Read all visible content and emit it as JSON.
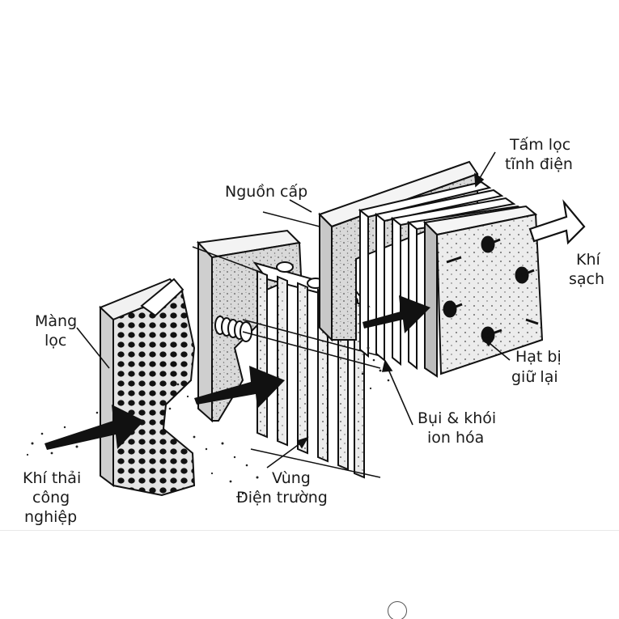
{
  "labels": {
    "tam_loc_line1": "Tấm lọc",
    "tam_loc_line2": "tĩnh điện",
    "nguon_cap": "Nguồn cấp",
    "khi_sach_line1": "Khí",
    "khi_sach_line2": "sạch",
    "mang_loc_line1": "Màng",
    "mang_loc_line2": "lọc",
    "hat_bi_line1": "Hạt bị",
    "hat_bi_line2": "giữ lại",
    "bui_khoi_line1": "Bụi & khói",
    "bui_khoi_line2": "ion hóa",
    "vung_line1": "Vùng",
    "vung_line2": "Điện trường",
    "khi_thai_line1": "Khí thải",
    "khi_thai_line2": "công",
    "khi_thai_line3": "nghiệp"
  },
  "colors": {
    "ink": "#111111",
    "panel_fill": "#e6e6e6",
    "panel_dark": "#bdbdbd",
    "paper": "#ffffff"
  }
}
